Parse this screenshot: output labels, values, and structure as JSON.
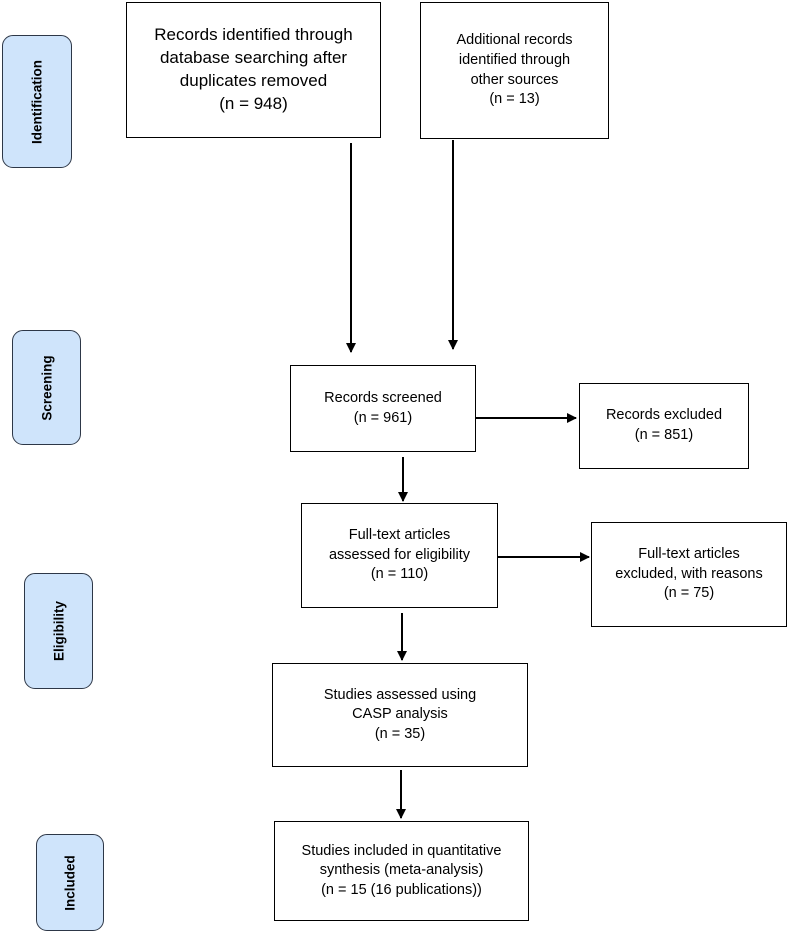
{
  "stages": {
    "identification": "Identification",
    "screening": "Screening",
    "eligibility": "Eligibility",
    "included": "Included"
  },
  "boxes": {
    "database_search": [
      "Records identified through",
      "database searching after",
      "duplicates removed",
      "(n = 948)"
    ],
    "other_sources": [
      "Additional records",
      "identified through",
      "other sources",
      "(n =  13)"
    ],
    "screened": [
      "Records screened",
      "(n = 961)"
    ],
    "excluded": [
      "Records excluded",
      "(n = 851)"
    ],
    "fulltext_assessed": [
      "Full-text articles",
      "assessed for eligibility",
      "(n = 110)"
    ],
    "fulltext_excluded": [
      "Full-text articles",
      "excluded, with reasons",
      "(n = 75)"
    ],
    "casp": [
      "Studies assessed using",
      "CASP analysis",
      "(n = 35)"
    ],
    "included_studies": [
      "Studies included in quantitative",
      "synthesis (meta-analysis)",
      "(n = 15 (16 publications))"
    ]
  }
}
